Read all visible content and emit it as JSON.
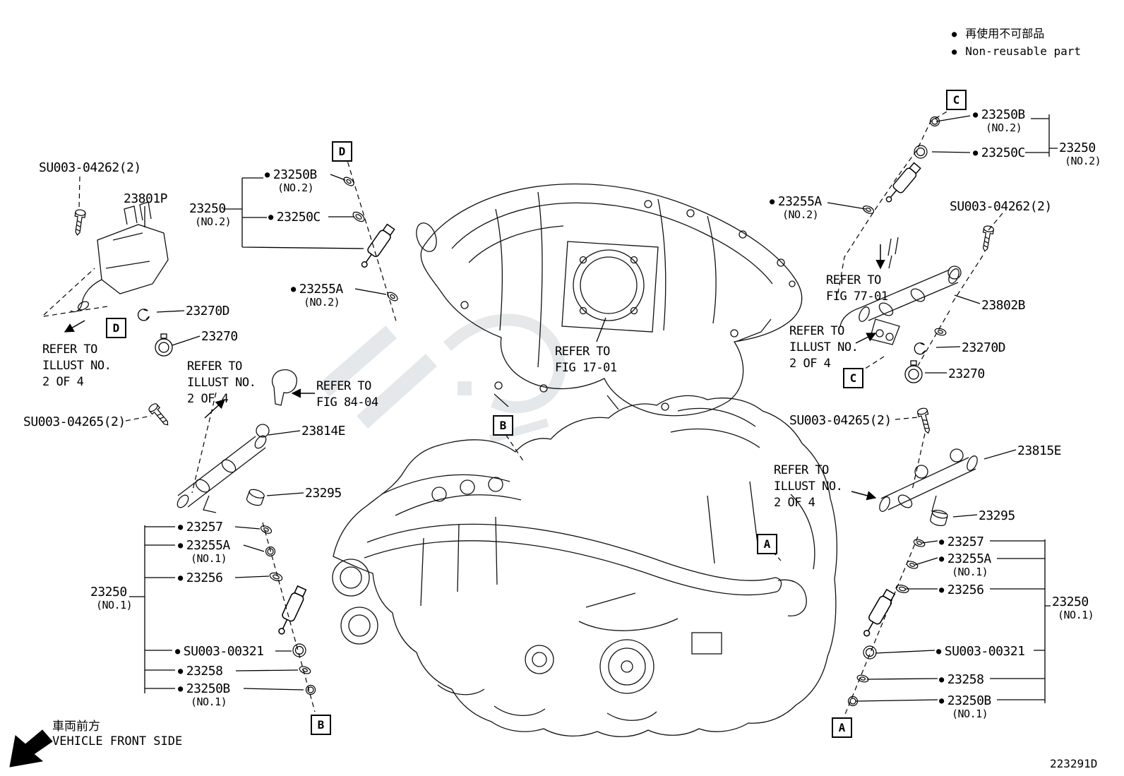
{
  "legend": {
    "jp": "再使用不可部品",
    "en": "Non-reusable part"
  },
  "icons": {
    "bullet": "●"
  },
  "parts": {
    "p23250": "23250",
    "p23250B": "23250B",
    "p23250C": "23250C",
    "p23255A": "23255A",
    "p23256": "23256",
    "p23257": "23257",
    "p23258": "23258",
    "p23270": "23270",
    "p23270D": "23270D",
    "p23295": "23295",
    "p23801P": "23801P",
    "p23802B": "23802B",
    "p23814E": "23814E",
    "p23815E": "23815E",
    "su003_04262": "SU003-04262(2)",
    "su003_04265": "SU003-04265(2)",
    "su003_00321": "SU003-00321"
  },
  "qualifiers": {
    "no1": "(NO.1)",
    "no2": "(NO.2)"
  },
  "notes": {
    "refer_illust": "REFER TO\nILLUST NO.\n2 OF 4",
    "refer_fig_1701": "REFER TO\nFIG 17-01",
    "refer_fig_8404": "REFER TO\nFIG 84-04",
    "refer_fig_7701": "REFER TO\nFIG 77-01"
  },
  "callouts": {
    "a": "A",
    "b": "B",
    "c": "C",
    "d": "D"
  },
  "footer": {
    "front_jp": "車両前方",
    "front_en": "VEHICLE FRONT SIDE",
    "diagram_id": "223291D"
  }
}
